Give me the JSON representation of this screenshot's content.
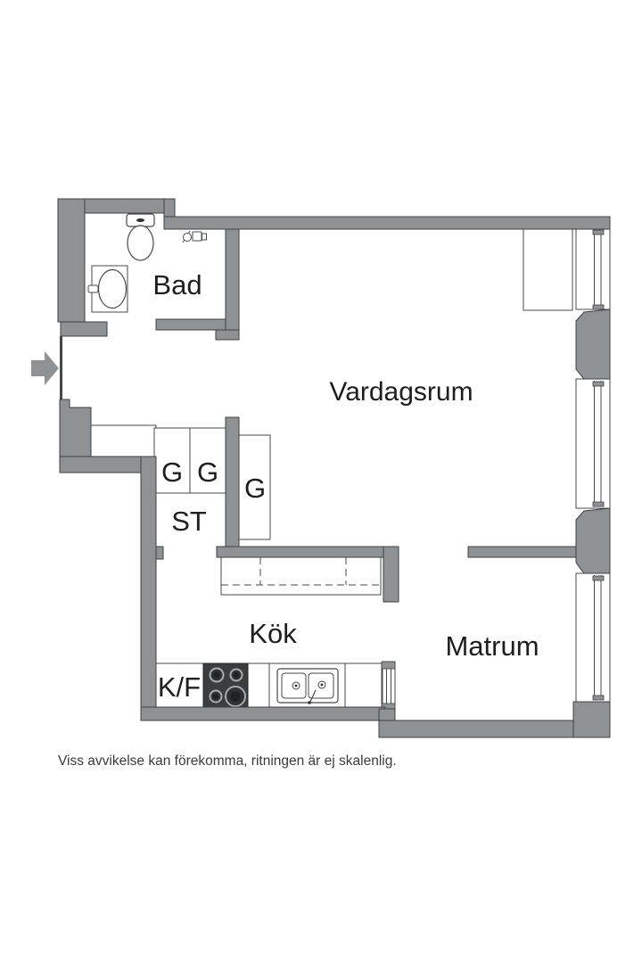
{
  "palette": {
    "page_bg": "#ffffff",
    "wall_fill": "#8e9295",
    "wall_stroke": "#3e4144",
    "line_color": "#45484b",
    "label_color": "#1e1e1e",
    "caption_color": "#3a3a3a",
    "stove_fill": "#3b3d3f"
  },
  "plan": {
    "type": "apartment-floor-plan",
    "rooms": {
      "bathroom": {
        "label": "Bad"
      },
      "living_room": {
        "label": "Vardagsrum"
      },
      "storage": {
        "label": "ST"
      },
      "kitchen": {
        "label": "Kök"
      },
      "dining_room": {
        "label": "Matrum"
      }
    },
    "closets": [
      {
        "label": "G"
      },
      {
        "label": "G"
      },
      {
        "label": "G"
      }
    ],
    "appliances": {
      "fridge_freezer": {
        "label": "K/F"
      }
    },
    "entry": {
      "symbol": "arrow",
      "direction": "right"
    }
  },
  "caption": "Viss avvikelse kan förekomma, ritningen är ej skalenlig."
}
